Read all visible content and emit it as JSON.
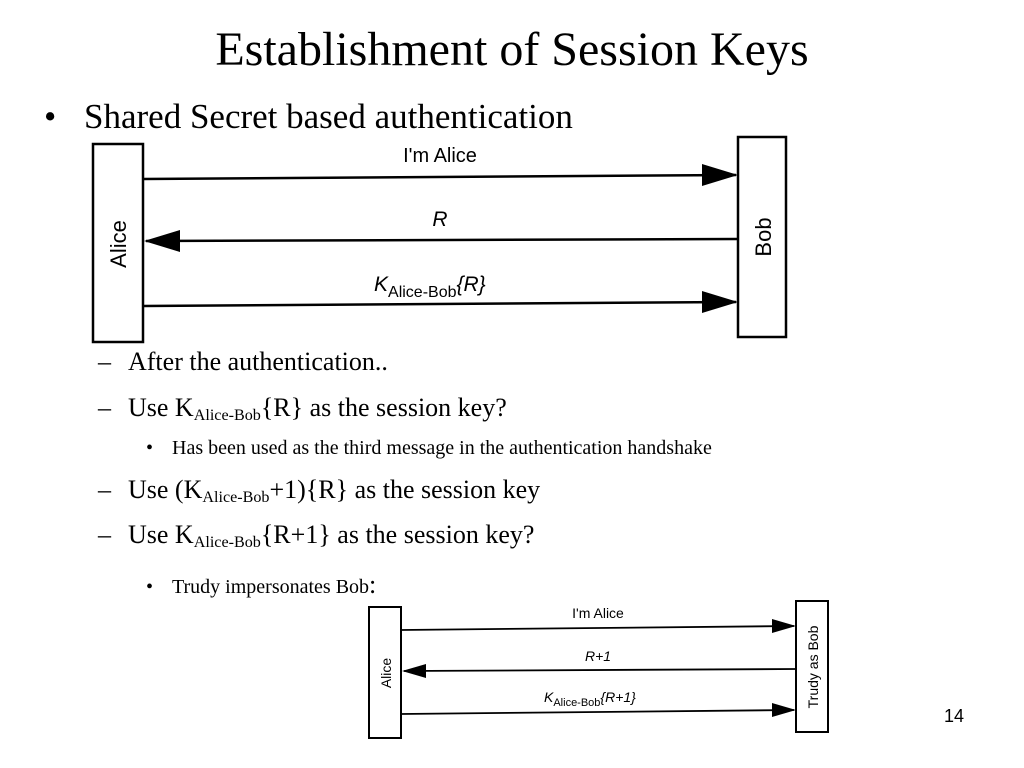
{
  "slide": {
    "title": "Establishment of Session Keys",
    "bullet": "Shared Secret based authentication",
    "page_number": "14"
  },
  "diagram1": {
    "left_party": "Alice",
    "right_party": "Bob",
    "msg1": "I'm Alice",
    "msg2": "R",
    "msg3_k": "K",
    "msg3_sub": "Alice-Bob",
    "msg3_tail": "{R}"
  },
  "points": {
    "p1": "After the authentication..",
    "p2_pre": "Use K",
    "p2_sub": "Alice-Bob",
    "p2_post": "{R} as the session key?",
    "p2_note": "Has been used as the third message in the authentication handshake",
    "p3_pre": "Use (K",
    "p3_sub": "Alice-Bob",
    "p3_post": "+1){R} as the session key",
    "p4_pre": "Use K",
    "p4_sub": "Alice-Bob",
    "p4_post": "{R+1} as the session key?",
    "p4_note": "Trudy impersonates Bob",
    "p4_note_colon": ":"
  },
  "diagram2": {
    "left_party": "Alice",
    "right_party": "Trudy as Bob",
    "msg1": "I'm Alice",
    "msg2": "R+1",
    "msg3_k": "K",
    "msg3_sub": "Alice-Bob",
    "msg3_tail": "{R+1}"
  }
}
